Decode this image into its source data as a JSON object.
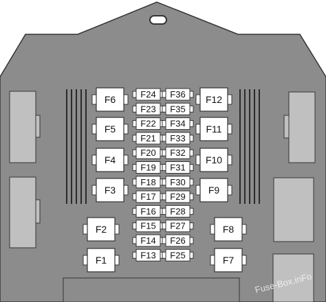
{
  "colors": {
    "housing": "#8c8c8c",
    "outline": "#333333",
    "fuse_fill": "#ffffff",
    "connector": "#c0c0c0",
    "stripe": "#2a2a2a"
  },
  "fuses": {
    "left_large": [
      "F6",
      "F5",
      "F4",
      "F3"
    ],
    "left_small": [
      "F2",
      "F1"
    ],
    "right_large": [
      "F12",
      "F11",
      "F10",
      "F9"
    ],
    "right_small": [
      "F8",
      "F7"
    ],
    "mini_left": [
      "F24",
      "F23",
      "F22",
      "F21",
      "F20",
      "F19",
      "F18",
      "F17",
      "F16",
      "F15",
      "F14",
      "F13"
    ],
    "mini_right": [
      "F36",
      "F35",
      "F34",
      "F33",
      "F32",
      "F31",
      "F30",
      "F29",
      "F28",
      "F27",
      "F26",
      "F25"
    ]
  },
  "watermark": "Fuse-Box.inFo"
}
